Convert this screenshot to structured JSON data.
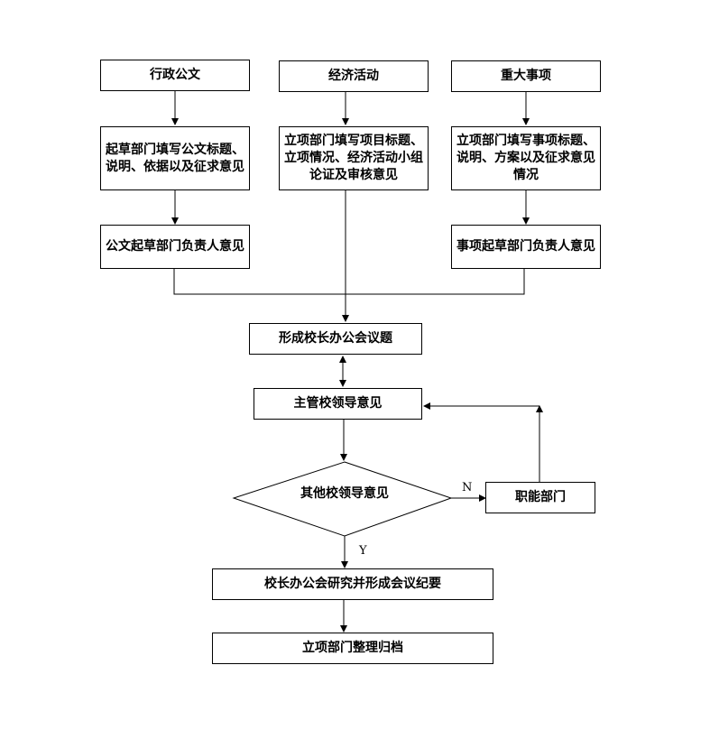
{
  "columns": {
    "left": {
      "top": "行政公文",
      "middle": "起草部门填写公文标题、说明、依据以及征求意见",
      "bottom": "公文起草部门负责人意见"
    },
    "center": {
      "top": "经济活动",
      "middle": "立项部门填写项目标题、立项情况、经济活动小组论证及审核意见"
    },
    "right": {
      "top": "重大事项",
      "middle": "立项部门填写事项标题、说明、方案以及征求意见情况",
      "bottom": "事项起草部门负责人意见"
    }
  },
  "flow": {
    "agenda": "形成校长办公会议题",
    "supervisor": "主管校领导意见",
    "decision": "其他校领导意见",
    "functional_dept": "职能部门",
    "meeting": "校长办公会研究并形成会议纪要",
    "archive": "立项部门整理归档",
    "no_label": "N",
    "yes_label": "Y"
  }
}
